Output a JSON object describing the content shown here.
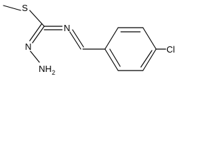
{
  "molecule": {
    "atoms": {
      "sulfur": "S",
      "imine_nitrogen": "N",
      "hydrazone_nitrogen": "N",
      "amino_group": "NH",
      "amino_subscript": "2",
      "chlorine": "Cl"
    }
  }
}
